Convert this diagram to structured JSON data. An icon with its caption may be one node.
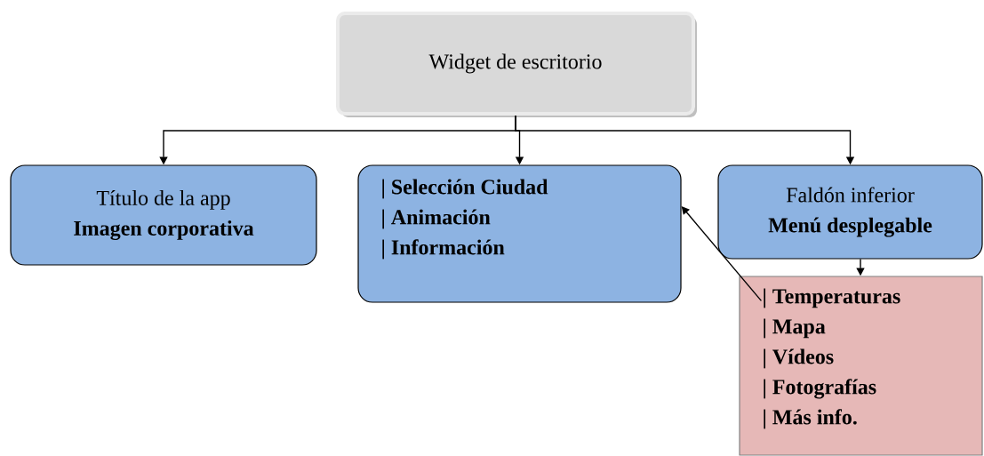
{
  "diagram": {
    "nodes": [
      {
        "text": [
          "Widget de escritorio"
        ]
      },
      {
        "text": [
          "Título de la app",
          "Imagen corporativa"
        ]
      },
      {
        "text": [
          "| Selección Ciudad",
          "| Animación",
          "| Información"
        ]
      },
      {
        "text": [
          "Faldón inferior",
          "Menú desplegable"
        ]
      },
      {
        "text": [
          "| Temperaturas",
          "| Mapa",
          "| Vídeos",
          "| Fotografías",
          "| Más info."
        ]
      }
    ],
    "edges": [
      {
        "from": 0,
        "to": 1,
        "arrow": "to"
      },
      {
        "from": 0,
        "to": 2,
        "arrow": "to"
      },
      {
        "from": 0,
        "to": 3,
        "arrow": "to"
      },
      {
        "from": 3,
        "to": 4,
        "arrow": "to"
      },
      {
        "from": 4,
        "to": 2,
        "arrow": "to"
      }
    ]
  }
}
